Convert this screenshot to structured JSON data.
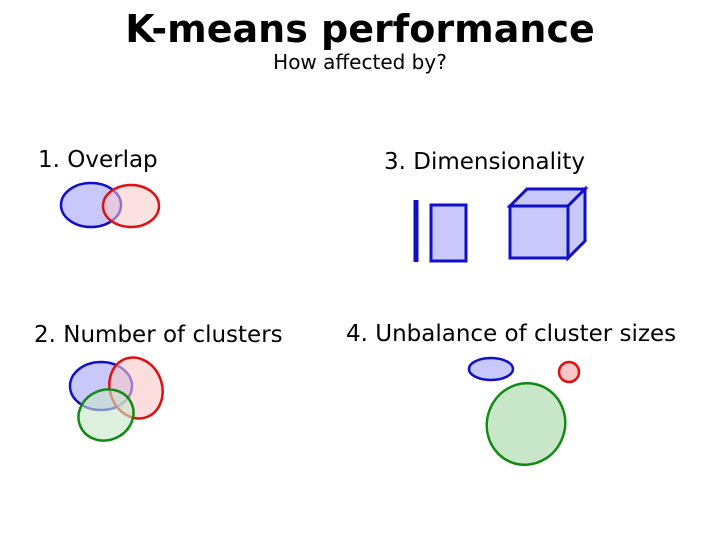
{
  "title": "K-means performance",
  "subtitle": "How affected by?",
  "items": [
    {
      "label": "1. Overlap"
    },
    {
      "label": "2. Number of clusters"
    },
    {
      "label": "3. Dimensionality"
    },
    {
      "label": "4. Unbalance of cluster sizes"
    }
  ],
  "colors": {
    "blue_fill": "#c8c8fa",
    "blue_stroke": "#1010c8",
    "red_fill": "#fac8c8",
    "red_stroke": "#e01010",
    "green_fill": "#c8e6c8",
    "green_stroke": "#108a10"
  }
}
